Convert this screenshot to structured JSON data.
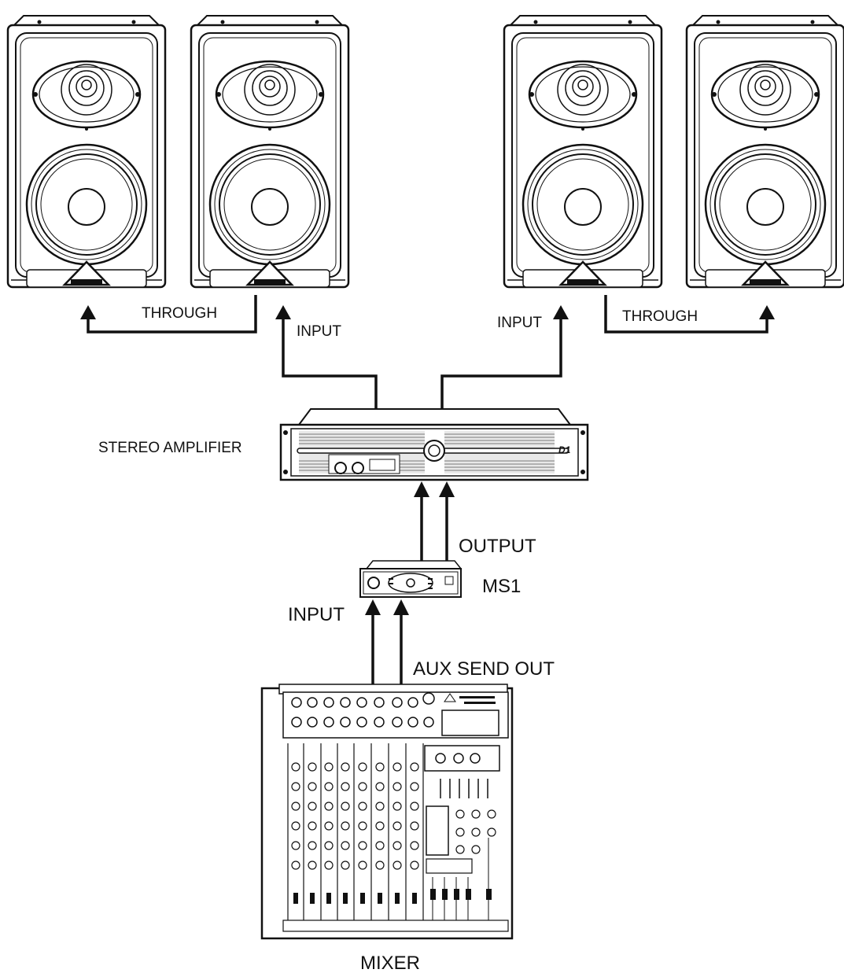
{
  "labels": {
    "through_left": "THROUGH",
    "input_left": "INPUT",
    "input_right": "INPUT",
    "through_right": "THROUGH",
    "stereo_amplifier": "STEREO AMPLIFIER",
    "amplifier_badge": "D1",
    "output": "OUTPUT",
    "ms1": "MS1",
    "input_ms1": "INPUT",
    "aux_send_out": "AUX SEND OUT",
    "mixer": "MIXER"
  },
  "colors": {
    "line": "#111111",
    "background": "#ffffff"
  }
}
